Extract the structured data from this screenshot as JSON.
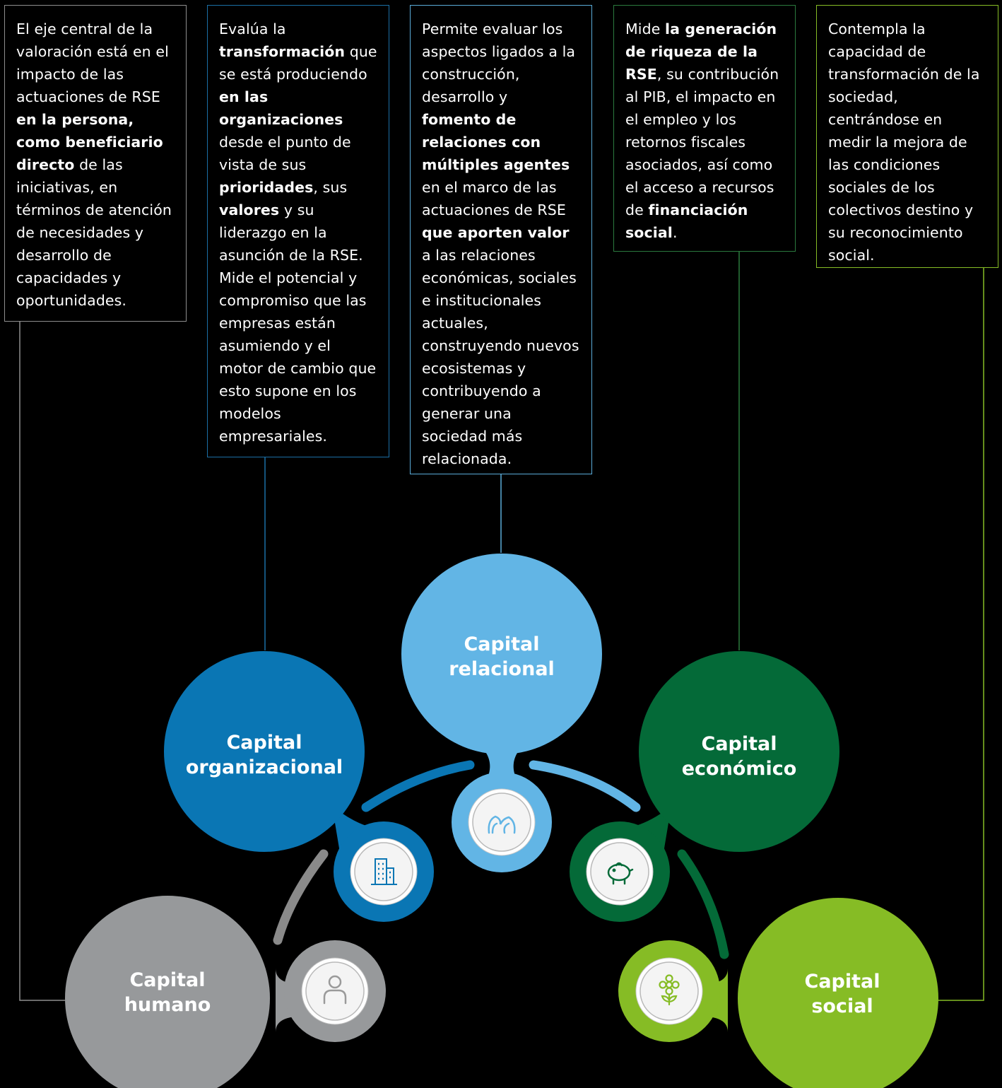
{
  "capitals": [
    {
      "id": "humano",
      "title_line1": "Capital",
      "title_line2": "humano",
      "color": "#97999b",
      "border_color": "#8e8e8e",
      "icon": "person-icon",
      "description": [
        {
          "t": "El eje central de la valoración está en el impacto de las actuaciones de RSE "
        },
        {
          "t": "en la persona, como beneficiario directo",
          "b": true
        },
        {
          "t": " de las iniciativas, en términos de atención de necesidades y desarrollo de capacidades y oportunidades."
        }
      ]
    },
    {
      "id": "organizacional",
      "title_line1": "Capital",
      "title_line2": "organizacional",
      "color": "#0a76b4",
      "border_color": "#1b6fa6",
      "icon": "building-icon",
      "description": [
        {
          "t": "Evalúa la "
        },
        {
          "t": "transformación",
          "b": true
        },
        {
          "t": " que se está produciendo "
        },
        {
          "t": "en las organizaciones",
          "b": true
        },
        {
          "t": " desde el punto de vista de sus "
        },
        {
          "t": "prioridades",
          "b": true
        },
        {
          "t": ", sus "
        },
        {
          "t": "valores",
          "b": true
        },
        {
          "t": " y su liderazgo en la asunción de la RSE. Mide el potencial y compromiso que las empresas están asumiendo y el motor de cambio que esto supone en los modelos empresariales."
        }
      ]
    },
    {
      "id": "relacional",
      "title_line1": "Capital",
      "title_line2": "relacional",
      "color": "#62b5e5",
      "border_color": "#5aacd9",
      "icon": "people-network-icon",
      "description": [
        {
          "t": "Permite evaluar los aspectos ligados a la construcción, desarrollo y "
        },
        {
          "t": "fomento de relaciones con múltiples agentes",
          "b": true
        },
        {
          "t": " en el marco de las actuaciones de RSE "
        },
        {
          "t": "que aporten valor",
          "b": true
        },
        {
          "t": " a las relaciones económicas, sociales e institucionales actuales, construyendo nuevos ecosistemas y contribuyendo a generar una sociedad más relacionada."
        }
      ]
    },
    {
      "id": "economico",
      "title_line1": "Capital",
      "title_line2": "económico",
      "color": "#046a38",
      "border_color": "#2b7a3e",
      "icon": "piggy-bank-icon",
      "description": [
        {
          "t": "Mide "
        },
        {
          "t": "la generación de riqueza de la RSE",
          "b": true
        },
        {
          "t": ", su contribución al PIB, el impacto en el empleo y los retornos fiscales asociados, así como el acceso a recursos de "
        },
        {
          "t": "financiación social",
          "b": true
        },
        {
          "t": "."
        }
      ]
    },
    {
      "id": "social",
      "title_line1": "Capital",
      "title_line2": "social",
      "color": "#86bc25",
      "border_color": "#86bc25",
      "icon": "flower-icon",
      "description": [
        {
          "t": "Contempla la capacidad de transformación de la sociedad, centrándose en medir la mejora de las condiciones sociales de los colectivos destino y su reconocimiento social."
        }
      ]
    }
  ]
}
